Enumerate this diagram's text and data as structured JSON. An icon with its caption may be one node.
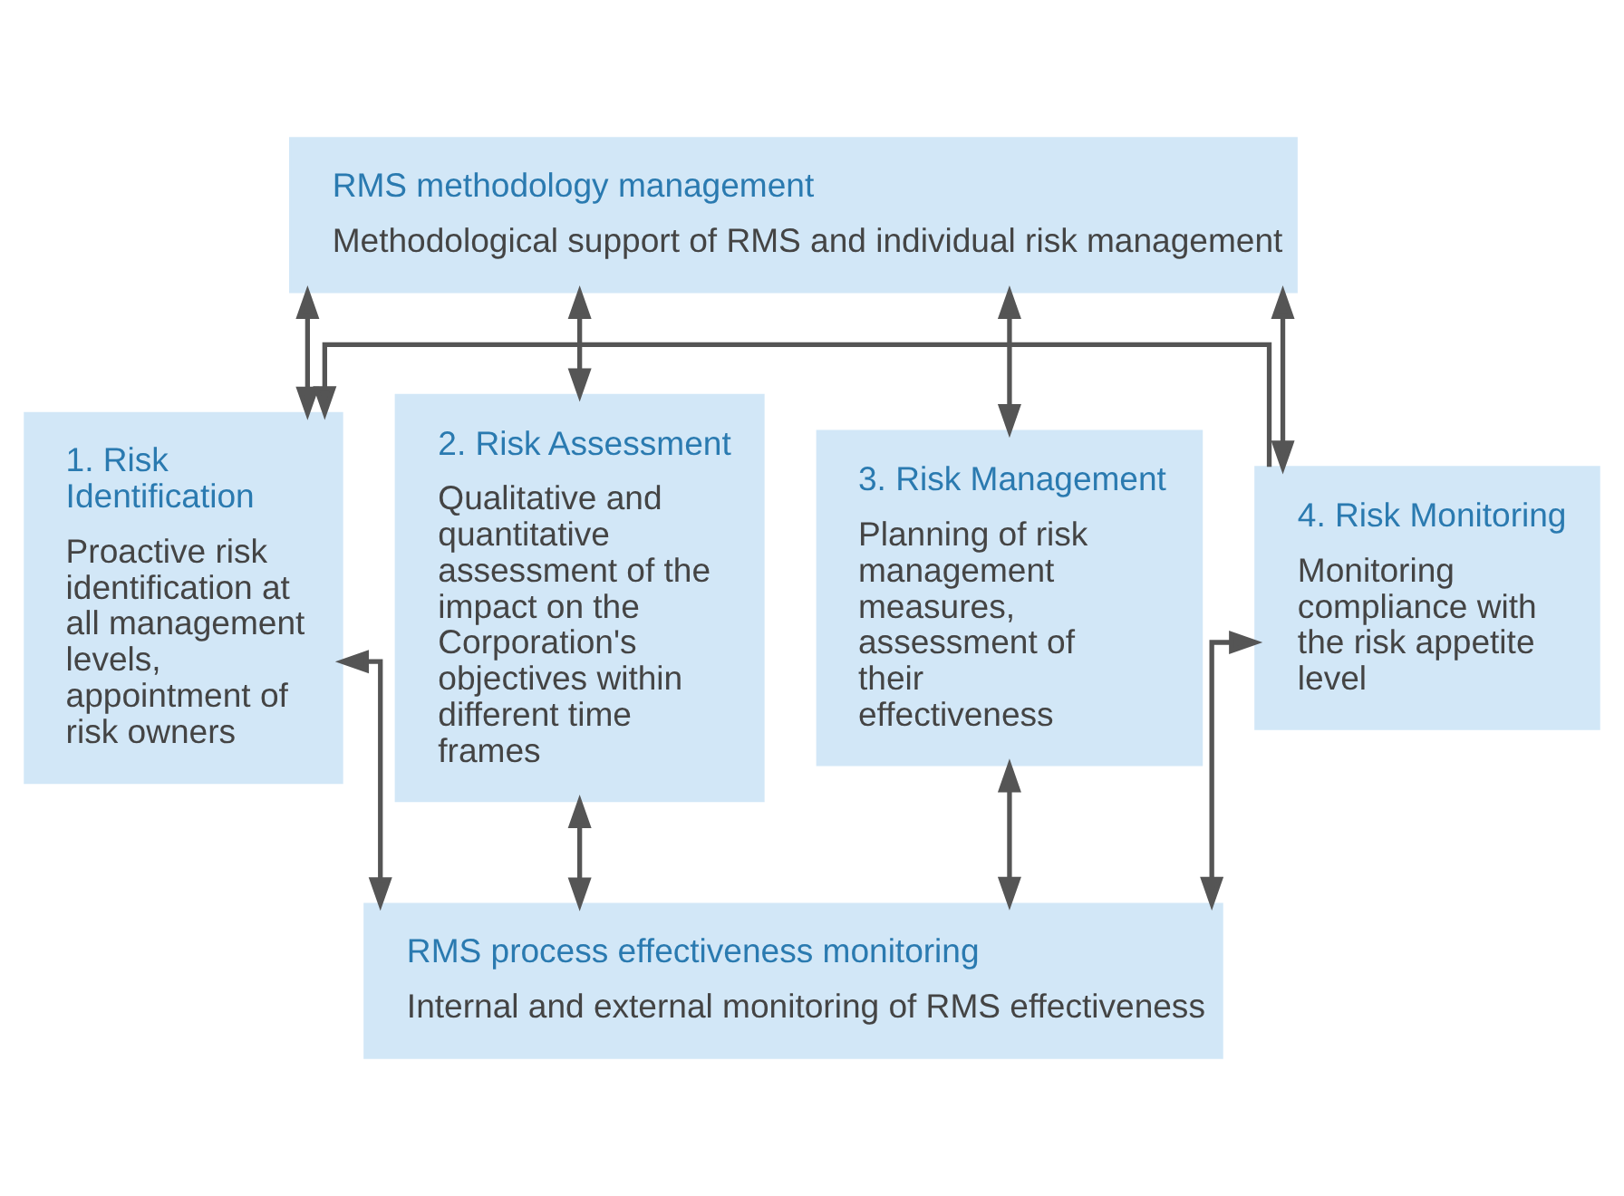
{
  "diagram": {
    "nodes": [
      {
        "text": [
          "RMS methodology management",
          "Methodological support of RMS and individual risk management"
        ]
      },
      {
        "text": [
          "1. Risk Identification",
          "Proactive risk identification at all management levels, appointment of risk owners"
        ]
      },
      {
        "text": [
          "2. Risk Assessment",
          "Qualitative and quantitative assessment of the impact on the Corporation's objectives within different time frames"
        ]
      },
      {
        "text": [
          "3. Risk Management",
          "Planning of risk management measures, assessment of their effectiveness"
        ]
      },
      {
        "text": [
          "4. Risk Monitoring",
          "Monitoring compliance with the risk appetite level"
        ]
      },
      {
        "text": [
          "RMS process effectiveness monitoring",
          "Internal and external monitoring of RMS effectiveness"
        ]
      }
    ],
    "edges": [
      {
        "from": 0,
        "to": 1,
        "arrow": "both"
      },
      {
        "from": 0,
        "to": 2,
        "arrow": "both"
      },
      {
        "from": 0,
        "to": 3,
        "arrow": "both"
      },
      {
        "from": 0,
        "to": 4,
        "arrow": "both"
      },
      {
        "from": 1,
        "to": 5,
        "arrow": "both"
      },
      {
        "from": 2,
        "to": 5,
        "arrow": "both"
      },
      {
        "from": 3,
        "to": 5,
        "arrow": "both"
      },
      {
        "from": 4,
        "to": 5,
        "arrow": "both"
      },
      {
        "from": 4,
        "to": 1,
        "arrow": "to"
      }
    ]
  }
}
